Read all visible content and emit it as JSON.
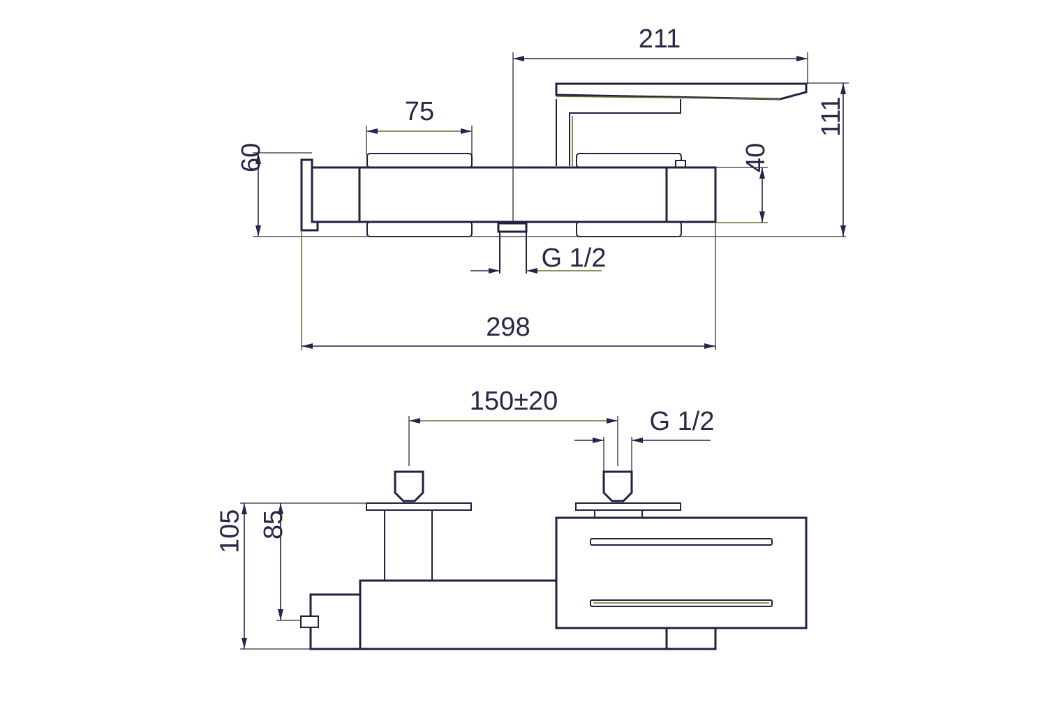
{
  "dimensions": {
    "top_view_width_211": "211",
    "top_view_width_75": "75",
    "top_view_height_60": "60",
    "top_view_height_40": "40",
    "top_view_height_111": "111",
    "top_view_thread": "G 1/2",
    "top_view_total_298": "298",
    "front_view_spacing": "150±20",
    "front_view_thread": "G 1/2",
    "front_view_height_105": "105",
    "front_view_height_85": "85"
  },
  "colors": {
    "outline": "#1f2240",
    "dimension": "#23254a",
    "accent": "#6b6b2f"
  }
}
